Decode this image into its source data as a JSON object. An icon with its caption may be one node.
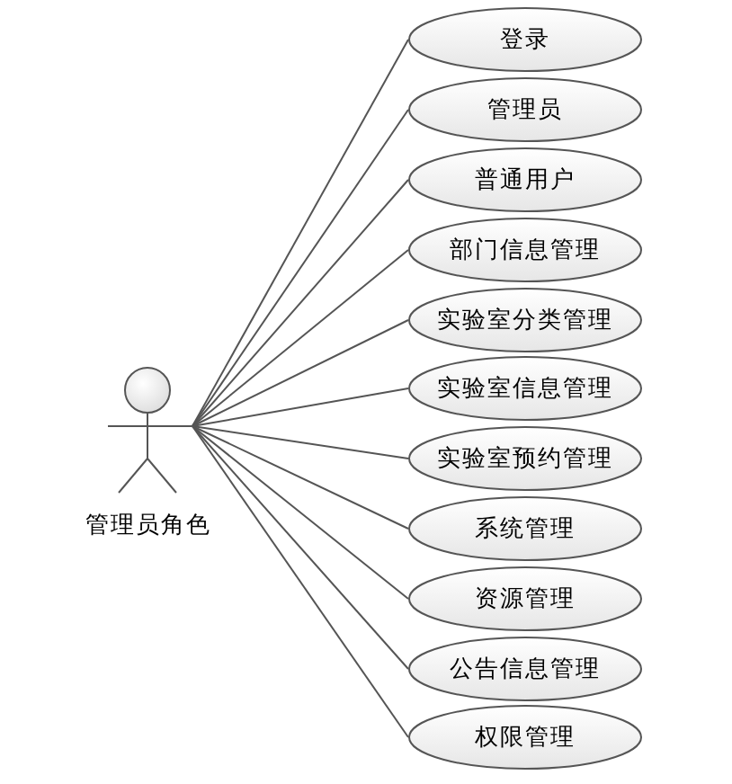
{
  "diagram": {
    "nodes": [
      {
        "text": [
          "管理员角色"
        ]
      },
      {
        "text": [
          "登录"
        ]
      },
      {
        "text": [
          "管理员"
        ]
      },
      {
        "text": [
          "普通用户"
        ]
      },
      {
        "text": [
          "部门信息管理"
        ]
      },
      {
        "text": [
          "实验室分类管理"
        ]
      },
      {
        "text": [
          "实验室信息管理"
        ]
      },
      {
        "text": [
          "实验室预约管理"
        ]
      },
      {
        "text": [
          "系统管理"
        ]
      },
      {
        "text": [
          "资源管理"
        ]
      },
      {
        "text": [
          "公告信息管理"
        ]
      },
      {
        "text": [
          "权限管理"
        ]
      }
    ],
    "edges": [
      {
        "from": 0,
        "to": 1,
        "arrow": "none"
      },
      {
        "from": 0,
        "to": 2,
        "arrow": "none"
      },
      {
        "from": 0,
        "to": 3,
        "arrow": "none"
      },
      {
        "from": 0,
        "to": 4,
        "arrow": "none"
      },
      {
        "from": 0,
        "to": 5,
        "arrow": "none"
      },
      {
        "from": 0,
        "to": 6,
        "arrow": "none"
      },
      {
        "from": 0,
        "to": 7,
        "arrow": "none"
      },
      {
        "from": 0,
        "to": 8,
        "arrow": "none"
      },
      {
        "from": 0,
        "to": 9,
        "arrow": "none"
      },
      {
        "from": 0,
        "to": 10,
        "arrow": "none"
      },
      {
        "from": 0,
        "to": 11,
        "arrow": "none"
      }
    ]
  }
}
